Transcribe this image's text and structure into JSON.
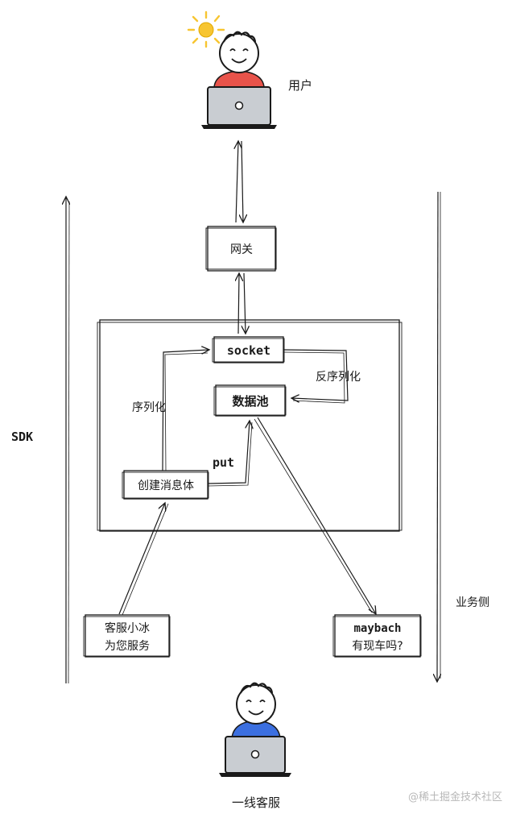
{
  "user": {
    "label": "用户"
  },
  "agent": {
    "label": "一线客服"
  },
  "gateway": {
    "label": "网关"
  },
  "sdk": {
    "label": "SDK"
  },
  "business_side": {
    "label": "业务侧"
  },
  "socket_box": {
    "label": "socket"
  },
  "data_pool": {
    "label": "数据池"
  },
  "create_message": {
    "label": "创建消息体"
  },
  "serialize": {
    "label": "序列化"
  },
  "deserialize": {
    "label": "反序列化"
  },
  "put": {
    "label": "put"
  },
  "agent_message": {
    "line1": "客服小冰",
    "line2": "为您服务"
  },
  "user_message": {
    "line1": "maybach",
    "line2": "有现车吗?"
  },
  "watermark": {
    "text": "@稀土掘金技术社区"
  },
  "colors": {
    "user_shirt": "#e8534a",
    "agent_shirt": "#3b6fe0",
    "laptop": "#c9cdd2",
    "sun": "#f7c531",
    "stroke": "#1a1a1a"
  }
}
